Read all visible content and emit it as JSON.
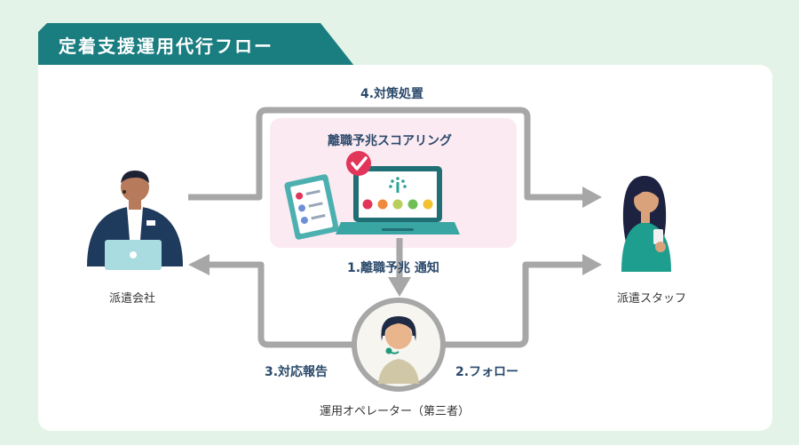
{
  "header": {
    "title": "定着支援運用代行フロー"
  },
  "flow": {
    "step4": "4.対策処置",
    "step1": "1.離職予兆 通知",
    "step3": "3.対応報告",
    "step2": "2.フォロー"
  },
  "scoring_box": {
    "title": "離職予兆スコアリング"
  },
  "actors": {
    "company": "派遣会社",
    "staff": "派遣スタッフ",
    "operator": "運用オペレーター（第三者）"
  },
  "colors": {
    "teal": "#1a7d80",
    "arrow": "#a7a7a7",
    "pink_box": "#fbeaf1",
    "label_text": "#2b4a6b"
  }
}
